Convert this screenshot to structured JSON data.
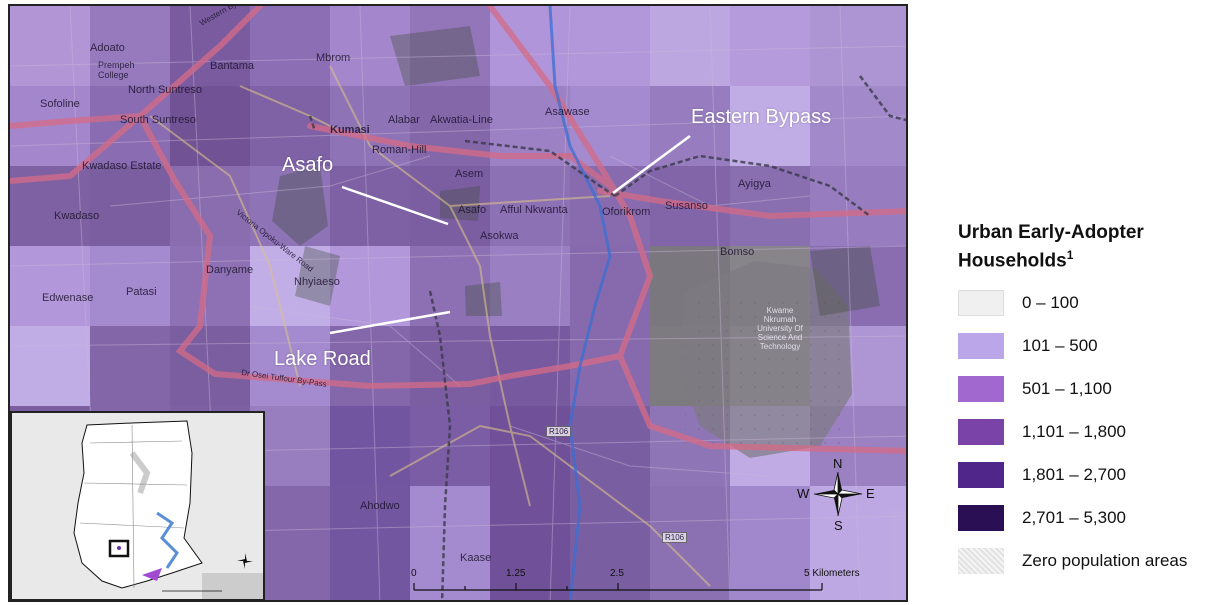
{
  "map": {
    "callouts": {
      "asafo": "Asafo",
      "eastern_bypass": "Eastern Bypass",
      "lake_road": "Lake Road"
    },
    "place_names": {
      "adoato": "Adoato",
      "prempeh": "Prempeh College",
      "bantama": "Bantama",
      "mbrom": "Mbrom",
      "north_suntreso": "North Suntreso",
      "sofoline": "Sofoline",
      "south_suntreso": "South Suntreso",
      "kumasi": "Kumasi",
      "alabar": "Alabar",
      "akwatia_line": "Akwatia-Line",
      "asawase": "Asawase",
      "roman_hill": "Roman-Hill",
      "kwadaso_estate": "Kwadaso Estate",
      "asem": "Asem",
      "ayigya": "Ayigya",
      "kwadaso": "Kwadaso",
      "asafo_small": "Asafo",
      "afful_nkwanta": "Afful Nkwanta",
      "oforikrom": "Oforikrom",
      "susanso": "Susanso",
      "asokwa": "Asokwa",
      "danyame": "Danyame",
      "nhyiaeso": "Nhyiaeso",
      "bomso": "Bomso",
      "edwenase": "Edwenase",
      "patasi": "Patasi",
      "knust": "Kwame Nkrumah University Of Science And Technology",
      "ahodwo": "Ahodwo",
      "kaase": "Kaase",
      "r106_a": "R106",
      "r106_b": "R106",
      "western_bypass": "Western By-Pass",
      "victoria_road": "Victoria Opoku-Ware Road",
      "obiri_bypass": "Dr Osei Tuffour By-Pass"
    },
    "scale_bar": {
      "ticks": [
        "0",
        "1.25",
        "2.5",
        "5 Kilometers"
      ]
    },
    "compass": {
      "n": "N",
      "s": "S",
      "e": "E",
      "w": "W"
    }
  },
  "legend": {
    "title_line1": "Urban Early-Adopter",
    "title_line2": "Households",
    "title_superscript": "1",
    "items": [
      {
        "label": "0 – 100",
        "color": "#f0f0f0"
      },
      {
        "label": "101 – 500",
        "color": "#bca6ea"
      },
      {
        "label": "501 – 1,100",
        "color": "#a169cf"
      },
      {
        "label": "1,101 – 1,800",
        "color": "#7a43a8"
      },
      {
        "label": "1,801 – 2,700",
        "color": "#50268a"
      },
      {
        "label": "2,701 – 5,300",
        "color": "#2b0f54"
      },
      {
        "label": "Zero population areas",
        "color": "#e6e6e6"
      }
    ]
  }
}
